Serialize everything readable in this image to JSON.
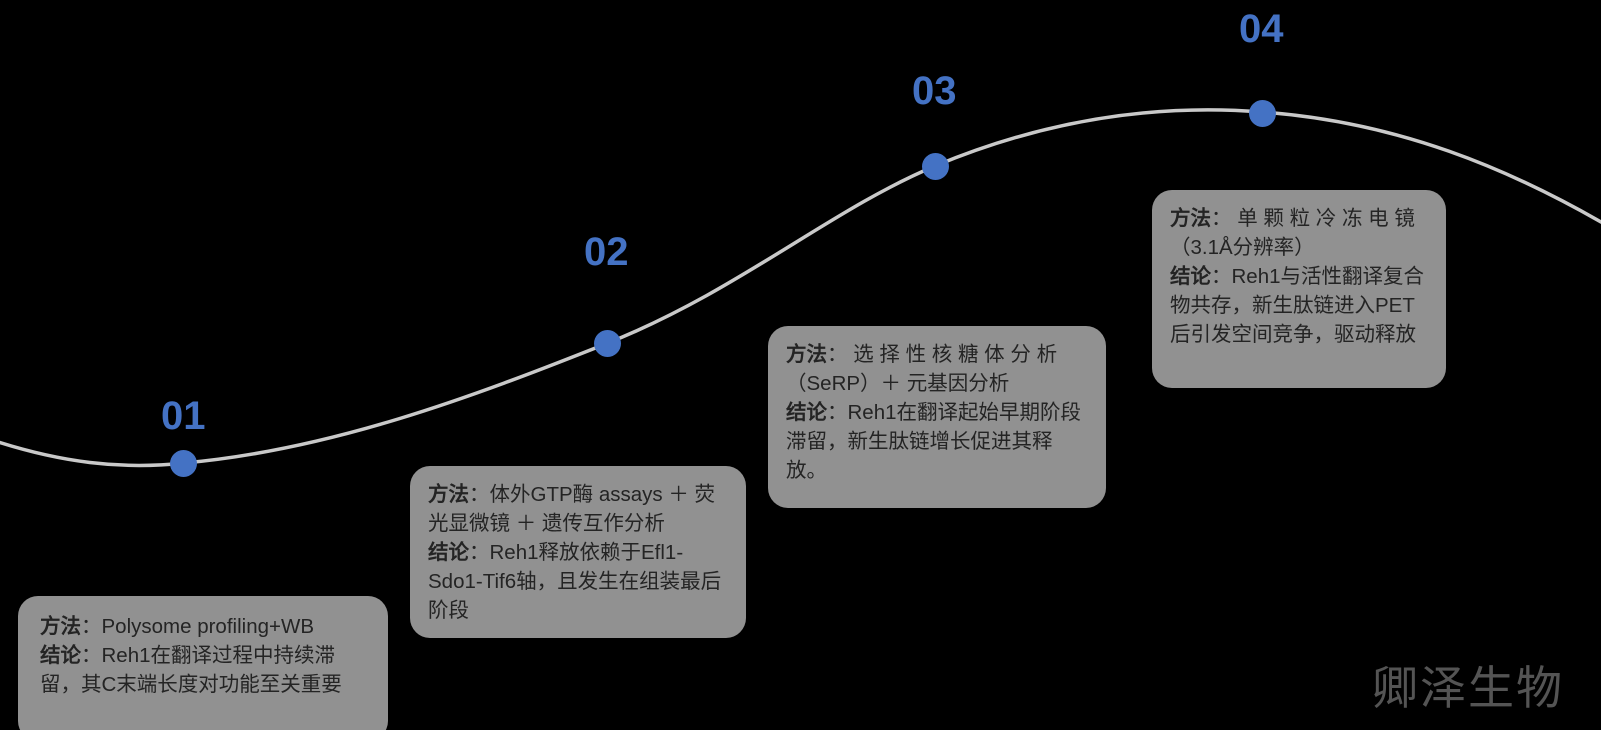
{
  "theme": {
    "background": "#000000",
    "accent_blue": "#4472c4",
    "card_gray": "#919191",
    "card_text": "#242424",
    "curve_gray": "#c9c9c9",
    "watermark_gray": "#545454"
  },
  "timeline": {
    "nodes": [
      {
        "number": "01",
        "card": {
          "method_label": "方法",
          "method_text": "：Polysome profiling+WB",
          "conclusion_label": "结论",
          "conclusion_text": "：Reh1在翻译过程中持续滞留，其C末端长度对功能至关重要"
        }
      },
      {
        "number": "02",
        "card": {
          "method_label": "方法",
          "method_text": "：体外GTP酶 assays ＋ 荧光显微镜 ＋ 遗传互作分析",
          "conclusion_label": "结论",
          "conclusion_text": "：Reh1释放依赖于Efl1-Sdo1-Tif6轴，且发生在组装最后阶段"
        }
      },
      {
        "number": "03",
        "card": {
          "method_label": "方法",
          "method_text": "： 选 择 性 核 糖 体 分 析\n（SeRP）＋ 元基因分析",
          "conclusion_label": "结论",
          "conclusion_text": "：Reh1在翻译起始早期阶段滞留，新生肽链增长促进其释放。"
        }
      },
      {
        "number": "04",
        "card": {
          "method_label": "方法",
          "method_text": "： 单 颗 粒 冷 冻 电 镜\n（3.1Å分辨率）",
          "conclusion_label": "结论",
          "conclusion_text": "：Reh1与活性翻译复合物共存，新生肽链进入PET后引发空间竞争，驱动释放"
        }
      }
    ]
  },
  "watermark": {
    "text": "卿泽生物"
  }
}
